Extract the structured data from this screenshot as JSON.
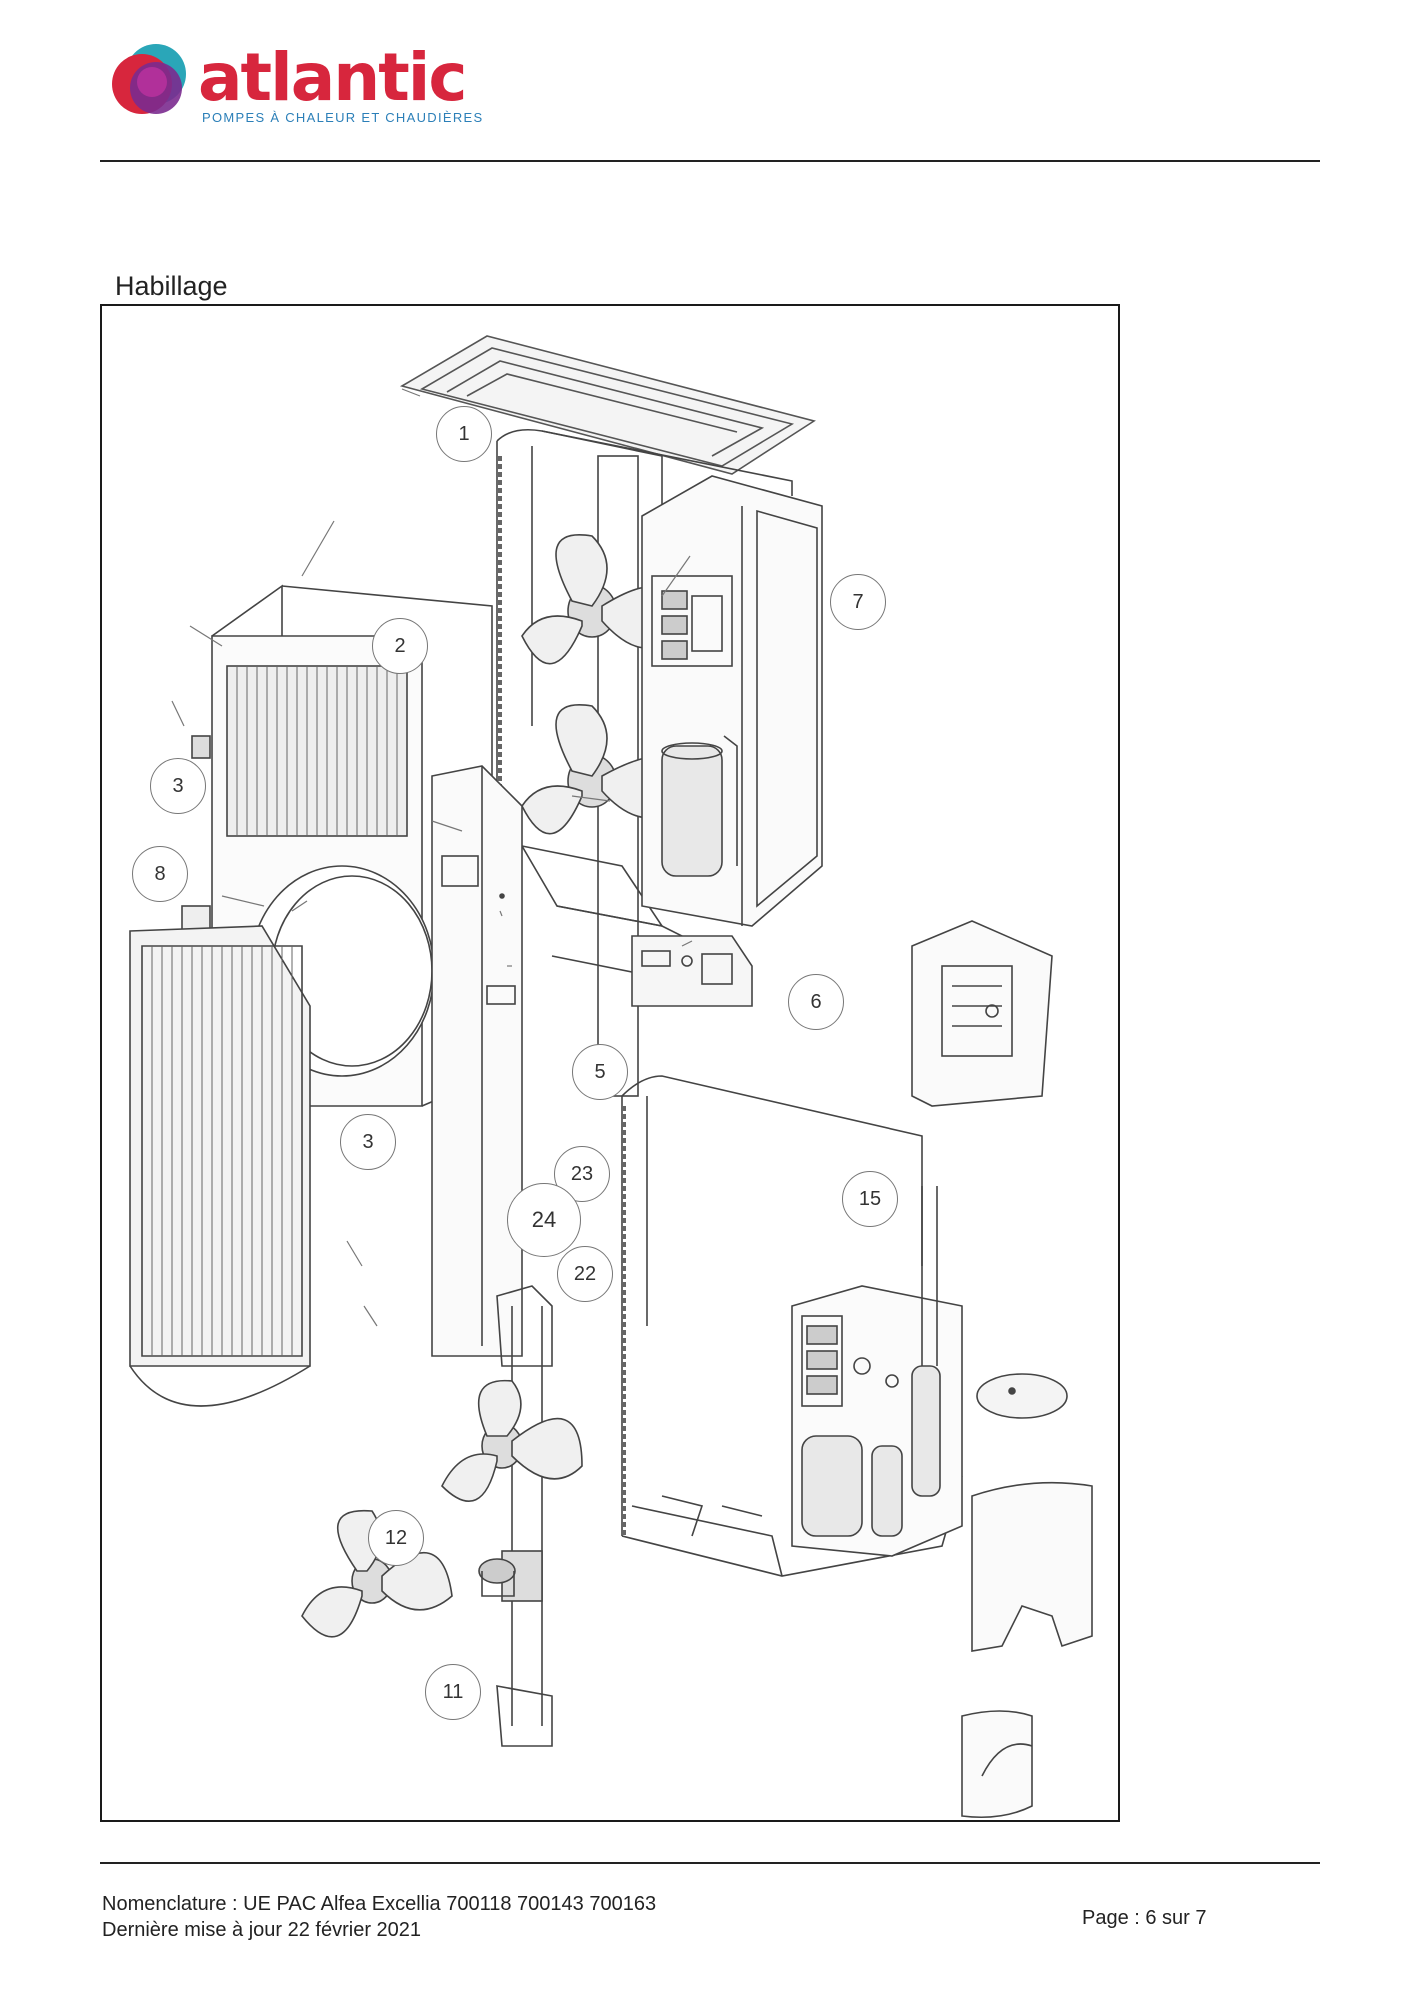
{
  "header": {
    "logo_text": "atlantic",
    "logo_tagline": "POMPES À CHALEUR ET CHAUDIÈRES",
    "colors": {
      "brand_red": "#d7263d",
      "brand_purple": "#7b2b8f",
      "brand_teal": "#2aa6b8",
      "tagline_blue": "#2b7fb8"
    }
  },
  "section": {
    "title": "Habillage"
  },
  "figure": {
    "callouts": [
      {
        "id": "c1",
        "label": "1"
      },
      {
        "id": "c2",
        "label": "2"
      },
      {
        "id": "c3a",
        "label": "3"
      },
      {
        "id": "c8",
        "label": "8"
      },
      {
        "id": "c7",
        "label": "7"
      },
      {
        "id": "c6",
        "label": "6"
      },
      {
        "id": "c5",
        "label": "5"
      },
      {
        "id": "c3b",
        "label": "3"
      },
      {
        "id": "c23",
        "label": "23"
      },
      {
        "id": "c24",
        "label": "24"
      },
      {
        "id": "c22",
        "label": "22"
      },
      {
        "id": "c15",
        "label": "15"
      },
      {
        "id": "c12",
        "label": "12"
      },
      {
        "id": "c11",
        "label": "11"
      }
    ]
  },
  "footer": {
    "line1": "Nomenclature : UE PAC Alfea Excellia 700118 700143 700163",
    "line2": "Dernière mise à jour 22 février 2021",
    "page": "Page : 6 sur 7"
  }
}
